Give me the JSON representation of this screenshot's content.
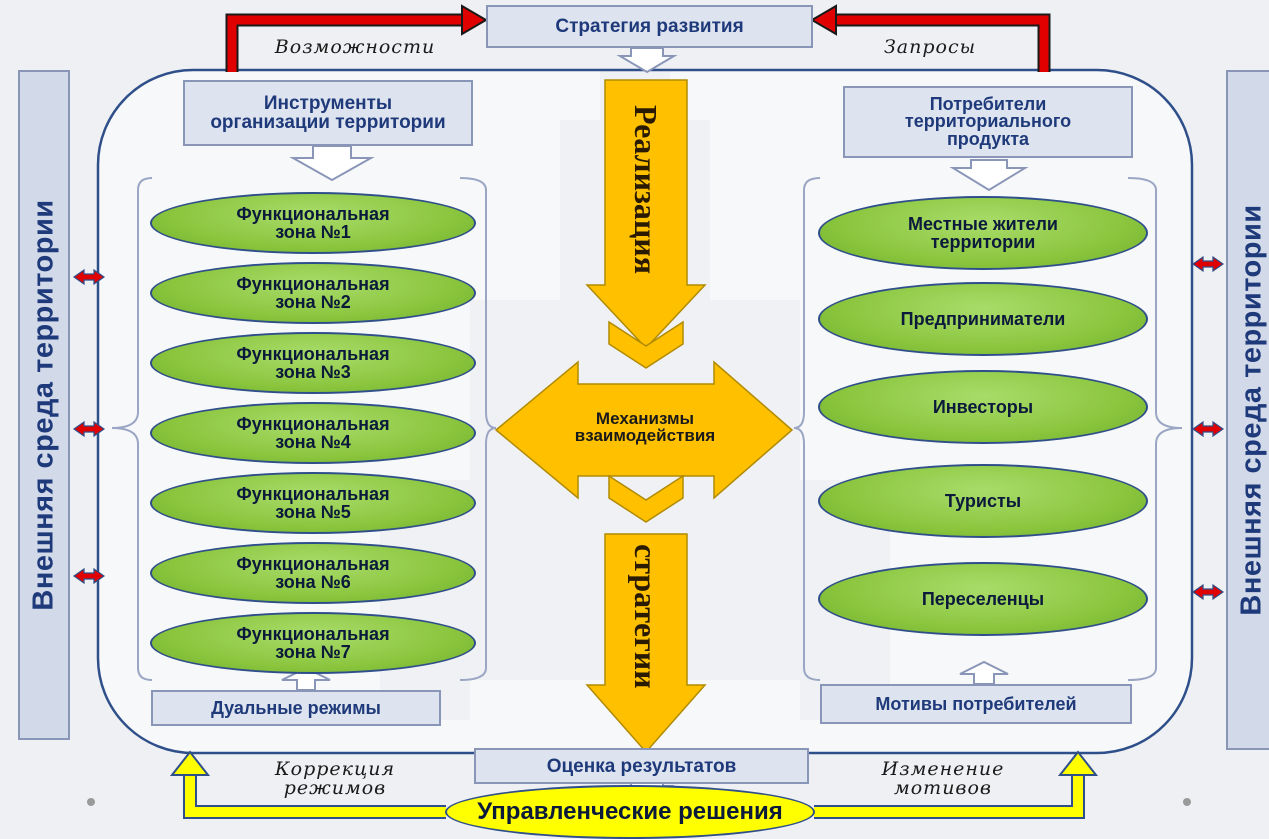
{
  "colors": {
    "box_fill": "#dde3ef",
    "box_border": "#8a96b8",
    "text_blue": "#1f3a7a",
    "ellipse_green": "#8cc63f",
    "arrow_orange": "#ffc000",
    "arrow_red": "#e00000",
    "arrow_yellow": "#ffff00",
    "frame_border": "#2f4f8a"
  },
  "top": {
    "strategy": "Стратегия развития",
    "left_label": "Возможности",
    "right_label": "Запросы"
  },
  "side": {
    "left": "Внешняя среда территории",
    "right": "Внешняя среда территории"
  },
  "left_col": {
    "header_line1": "Инструменты",
    "header_line2": "организации территории",
    "zones": [
      {
        "line1": "Функциональная",
        "line2": "зона №1"
      },
      {
        "line1": "Функциональная",
        "line2": "зона №2"
      },
      {
        "line1": "Функциональная",
        "line2": "зона №3"
      },
      {
        "line1": "Функциональная",
        "line2": "зона №4"
      },
      {
        "line1": "Функциональная",
        "line2": "зона №5"
      },
      {
        "line1": "Функциональная",
        "line2": "зона №6"
      },
      {
        "line1": "Функциональная",
        "line2": "зона №7"
      }
    ],
    "footer": "Дуальные режимы"
  },
  "center": {
    "top_word": "Реализация",
    "mechanism_line1": "Механизмы",
    "mechanism_line2": "взаимодействия",
    "bottom_word": "стратегии"
  },
  "right_col": {
    "header_line1": "Потребители",
    "header_line2": "территориального",
    "header_line3": "продукта",
    "consumers": [
      {
        "line1": "Местные жители",
        "line2": "территории"
      },
      {
        "line1": "Предприниматели",
        "line2": ""
      },
      {
        "line1": "Инвесторы",
        "line2": ""
      },
      {
        "line1": "Туристы",
        "line2": ""
      },
      {
        "line1": "Переселенцы",
        "line2": ""
      }
    ],
    "footer": "Мотивы потребителей"
  },
  "bottom": {
    "evaluation": "Оценка результатов",
    "left_line1": "Коррекция",
    "left_line2": "режимов",
    "right_line1": "Изменение",
    "right_line2": "мотивов",
    "management": "Управленческие решения"
  }
}
